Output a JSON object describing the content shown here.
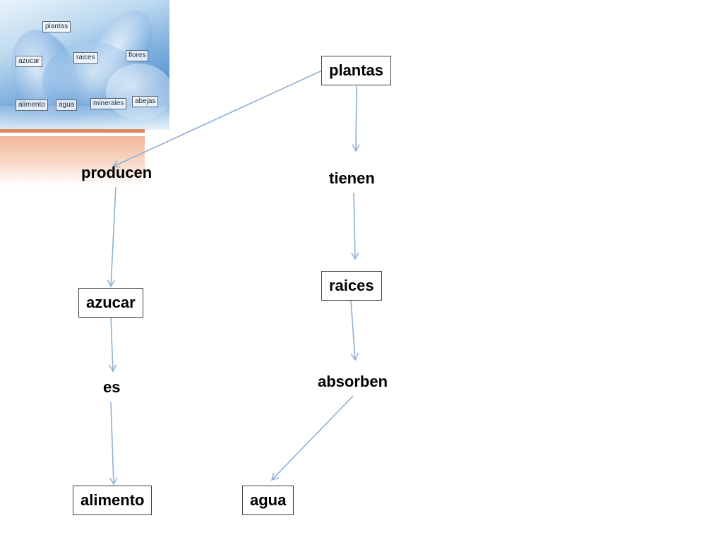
{
  "thumbnail": {
    "labels": {
      "plantas": "plantas",
      "azucar": "azucar",
      "raices": "raices",
      "flores": "flores",
      "alimento": "alimento",
      "agua": "agua",
      "minerales": "minerales",
      "abejas": "abejas"
    }
  },
  "concept_map": {
    "nodes": {
      "plantas": "plantas",
      "producen": "producen",
      "tienen": "tienen",
      "raices": "raices",
      "azucar": "azucar",
      "es": "es",
      "absorben": "absorben",
      "alimento": "alimento",
      "agua": "agua"
    },
    "edges": [
      {
        "from": "plantas",
        "to": "producen"
      },
      {
        "from": "plantas",
        "to": "tienen"
      },
      {
        "from": "producen",
        "to": "azucar"
      },
      {
        "from": "tienen",
        "to": "raices"
      },
      {
        "from": "azucar",
        "to": "es"
      },
      {
        "from": "raices",
        "to": "absorben"
      },
      {
        "from": "es",
        "to": "alimento"
      },
      {
        "from": "absorben",
        "to": "agua"
      }
    ],
    "arrow_color": "#8fb0d3"
  }
}
